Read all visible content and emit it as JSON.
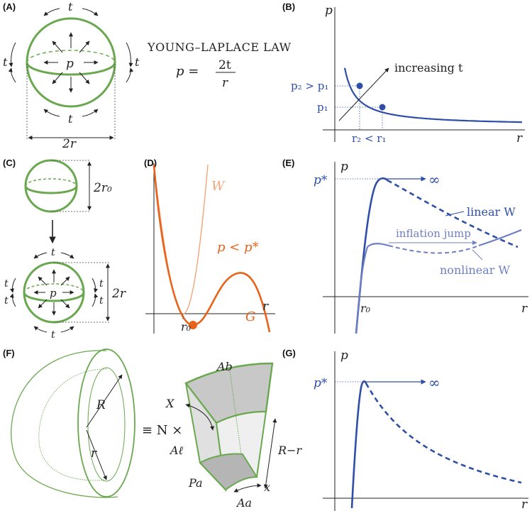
{
  "panels": {
    "A": {
      "letter": "(A)",
      "t": "t",
      "p": "p",
      "two_r": "2r"
    },
    "law": {
      "title": "YOUNG–LAPLACE LAW",
      "lhs": "p =",
      "numerator": "2t",
      "denominator": "r"
    },
    "B": {
      "letter": "(B)",
      "p_axis": "p",
      "r_axis": "r",
      "increasing": "increasing t",
      "p2_label": "p₂ > p₁",
      "p1_label": "p₁",
      "r2_label": "r₂ < r₁"
    },
    "C": {
      "letter": "(C)",
      "two_r0": "2r₀",
      "two_r": "2r",
      "t": "t",
      "p": "p"
    },
    "D": {
      "letter": "(D)",
      "W": "W",
      "cond": "p < p*",
      "r0": "r₀",
      "r": "r",
      "G": "G"
    },
    "E": {
      "letter": "(E)",
      "p_axis": "p",
      "r_axis": "r",
      "pstar": "p*",
      "infinity": "∞",
      "linear": "linear W",
      "inflation": "inflation jump",
      "nonlinear": "nonlinear W",
      "r0": "r₀"
    },
    "F": {
      "letter": "(F)",
      "R": "R",
      "r": "r",
      "equiv": "≡ N ×",
      "Ab": "Ab",
      "X": "X",
      "Al": "Aℓ",
      "Pa": "Pa",
      "Aa": "Aa",
      "x": "x",
      "Rr": "R−r"
    },
    "G": {
      "letter": "(G)",
      "p_axis": "p",
      "r_axis": "r",
      "pstar": "p*",
      "infinity": "∞"
    }
  },
  "colors": {
    "green": "#6aa84f",
    "blue": "#2f4ea8",
    "orange": "#e8631c",
    "light_orange": "#f2a57a",
    "light_blue": "#6e7fc4",
    "grey": "#c8c8c8"
  }
}
